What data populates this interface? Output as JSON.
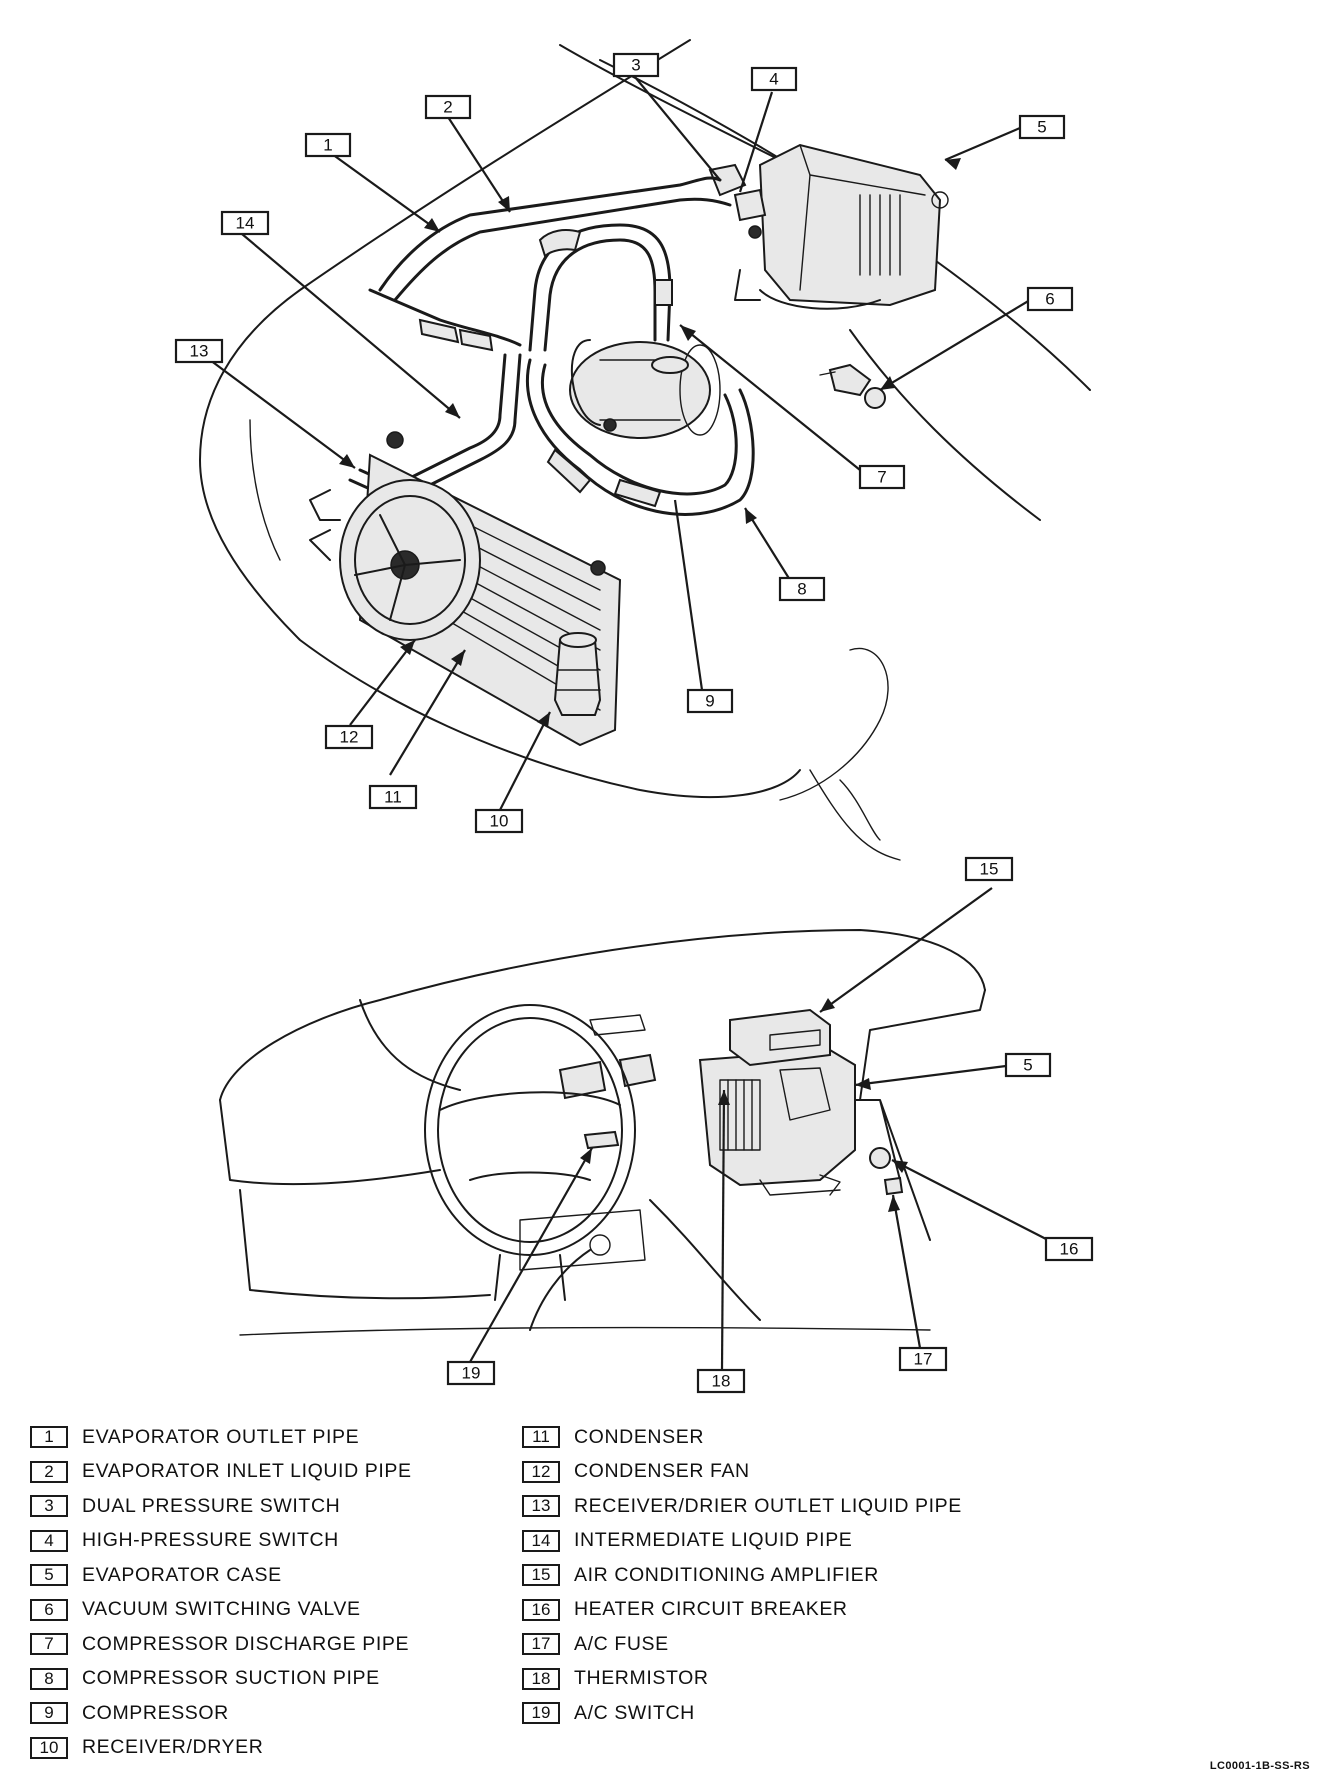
{
  "callouts": {
    "c1": "1",
    "c2": "2",
    "c3": "3",
    "c4": "4",
    "c5": "5",
    "c5b": "5",
    "c6": "6",
    "c7": "7",
    "c8": "8",
    "c9": "9",
    "c10": "10",
    "c11": "11",
    "c12": "12",
    "c13": "13",
    "c14": "14",
    "c15": "15",
    "c16": "16",
    "c17": "17",
    "c18": "18",
    "c19": "19"
  },
  "legend": {
    "left": [
      {
        "num": "1",
        "label": "EVAPORATOR OUTLET PIPE"
      },
      {
        "num": "2",
        "label": "EVAPORATOR INLET LIQUID PIPE"
      },
      {
        "num": "3",
        "label": "DUAL PRESSURE SWITCH"
      },
      {
        "num": "4",
        "label": "HIGH-PRESSURE SWITCH"
      },
      {
        "num": "5",
        "label": "EVAPORATOR CASE"
      },
      {
        "num": "6",
        "label": "VACUUM SWITCHING VALVE"
      },
      {
        "num": "7",
        "label": "COMPRESSOR DISCHARGE PIPE"
      },
      {
        "num": "8",
        "label": "COMPRESSOR SUCTION PIPE"
      },
      {
        "num": "9",
        "label": "COMPRESSOR"
      },
      {
        "num": "10",
        "label": "RECEIVER/DRYER"
      }
    ],
    "right": [
      {
        "num": "11",
        "label": "CONDENSER"
      },
      {
        "num": "12",
        "label": "CONDENSER FAN"
      },
      {
        "num": "13",
        "label": "RECEIVER/DRIER OUTLET LIQUID PIPE"
      },
      {
        "num": "14",
        "label": "INTERMEDIATE LIQUID PIPE"
      },
      {
        "num": "15",
        "label": "AIR CONDITIONING AMPLIFIER"
      },
      {
        "num": "16",
        "label": "HEATER CIRCUIT BREAKER"
      },
      {
        "num": "17",
        "label": "A/C FUSE"
      },
      {
        "num": "18",
        "label": "THERMISTOR"
      },
      {
        "num": "19",
        "label": "A/C SWITCH"
      }
    ]
  },
  "footer_code": "LC0001-1B-SS-RS"
}
